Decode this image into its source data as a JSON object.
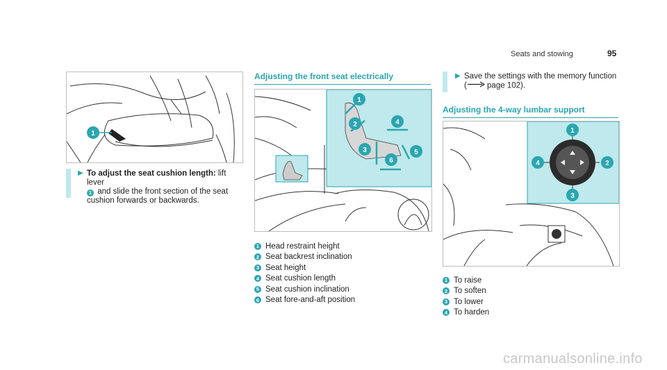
{
  "header": {
    "section": "Seats and stowing",
    "page_number": "95"
  },
  "left_step": {
    "bold": "To adjust the seat cushion length:",
    "text": " lift lever",
    "badge": "1",
    "line2": " and slide the front section of the seat",
    "line3": "cushion forwards or backwards."
  },
  "middle": {
    "title": "Adjusting the front seat electrically",
    "legend": [
      {
        "num": "1",
        "text": "Head restraint height"
      },
      {
        "num": "2",
        "text": "Seat backrest inclination"
      },
      {
        "num": "3",
        "text": "Seat height"
      },
      {
        "num": "4",
        "text": "Seat cushion length"
      },
      {
        "num": "5",
        "text": "Seat cushion inclination"
      },
      {
        "num": "6",
        "text": "Seat fore-and-aft position"
      }
    ],
    "figure_badges": [
      "1",
      "2",
      "3",
      "4",
      "5",
      "6"
    ]
  },
  "right_step": {
    "line1": "Save the settings with the memory function",
    "open": "(",
    "page_ref": " page 102)."
  },
  "right": {
    "title": "Adjusting the 4-way lumbar support",
    "legend": [
      {
        "num": "1",
        "text": "To raise"
      },
      {
        "num": "2",
        "text": "To soften"
      },
      {
        "num": "3",
        "text": "To lower"
      },
      {
        "num": "4",
        "text": "To harden"
      }
    ],
    "figure_badges": [
      "1",
      "2",
      "3",
      "4"
    ]
  },
  "left_figure": {
    "badge": "1"
  },
  "footer": {
    "watermark": "carmanualsonline.info"
  },
  "colors": {
    "accent": "#2aa6b0",
    "highlight": "#bfe9ec"
  }
}
